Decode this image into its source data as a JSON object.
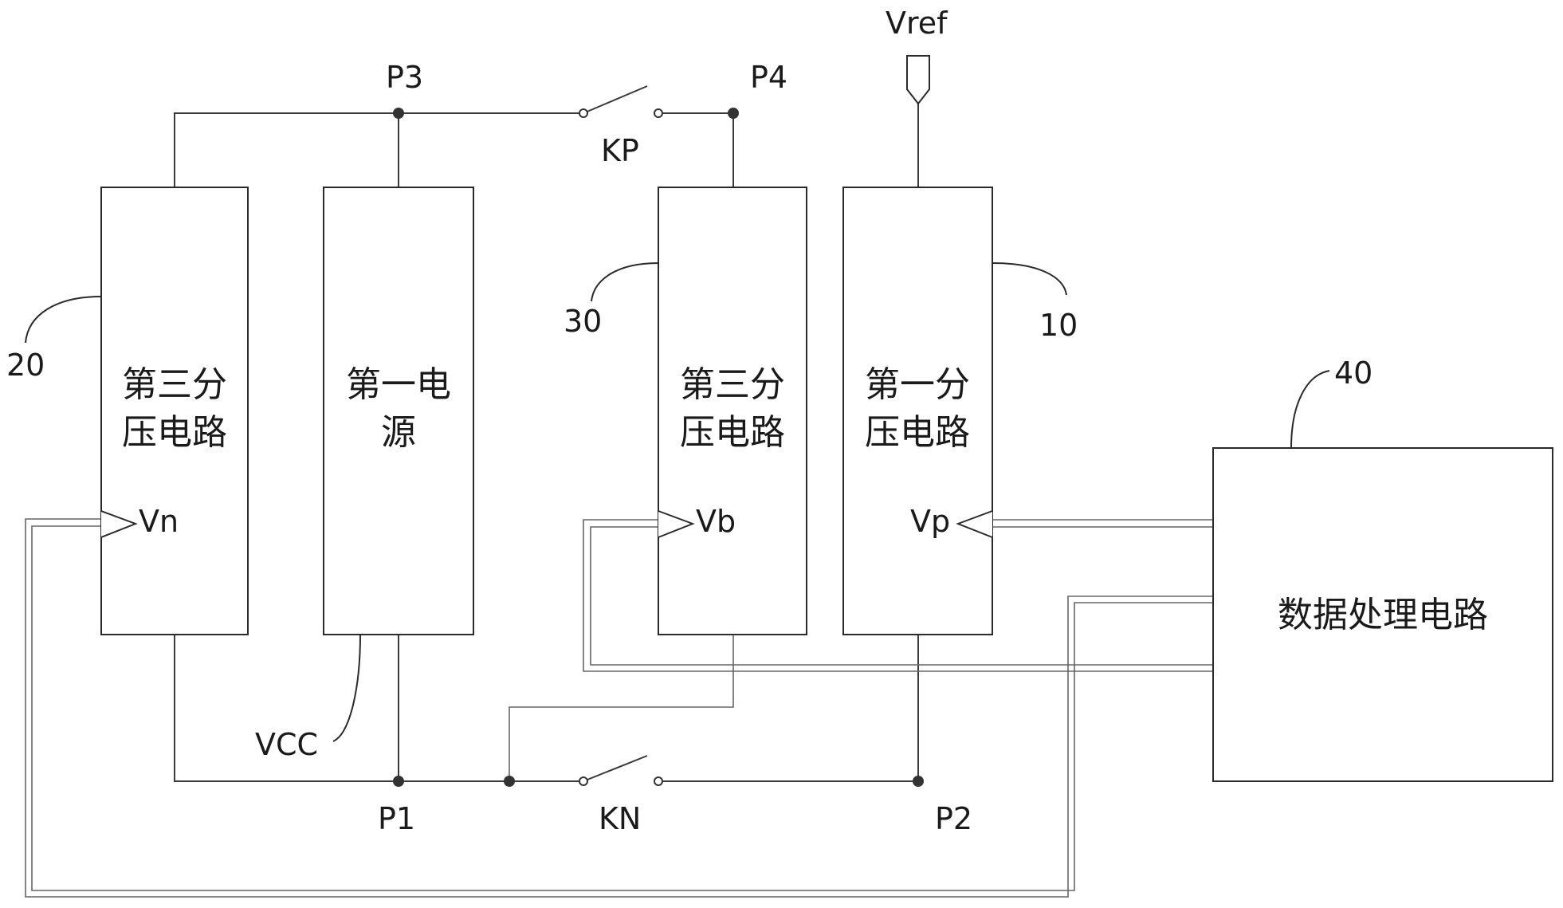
{
  "nodes": {
    "p1": "P1",
    "p2": "P2",
    "p3": "P3",
    "p4": "P4"
  },
  "switches": {
    "kp": "KP",
    "kn": "KN"
  },
  "vref": "Vref",
  "blocks": {
    "third_div_left": [
      "第三分",
      "压电路"
    ],
    "first_power": [
      "第一电",
      "源"
    ],
    "third_div_mid": [
      "第三分",
      "压电路"
    ],
    "first_div": [
      "第一分",
      "压电路"
    ],
    "data_proc": "数据处理电路"
  },
  "ports": {
    "vn": "Vn",
    "vb": "Vb",
    "vp": "Vp"
  },
  "refs": {
    "r20": "20",
    "r30": "30",
    "r10": "10",
    "r40": "40",
    "vcc": "VCC"
  }
}
